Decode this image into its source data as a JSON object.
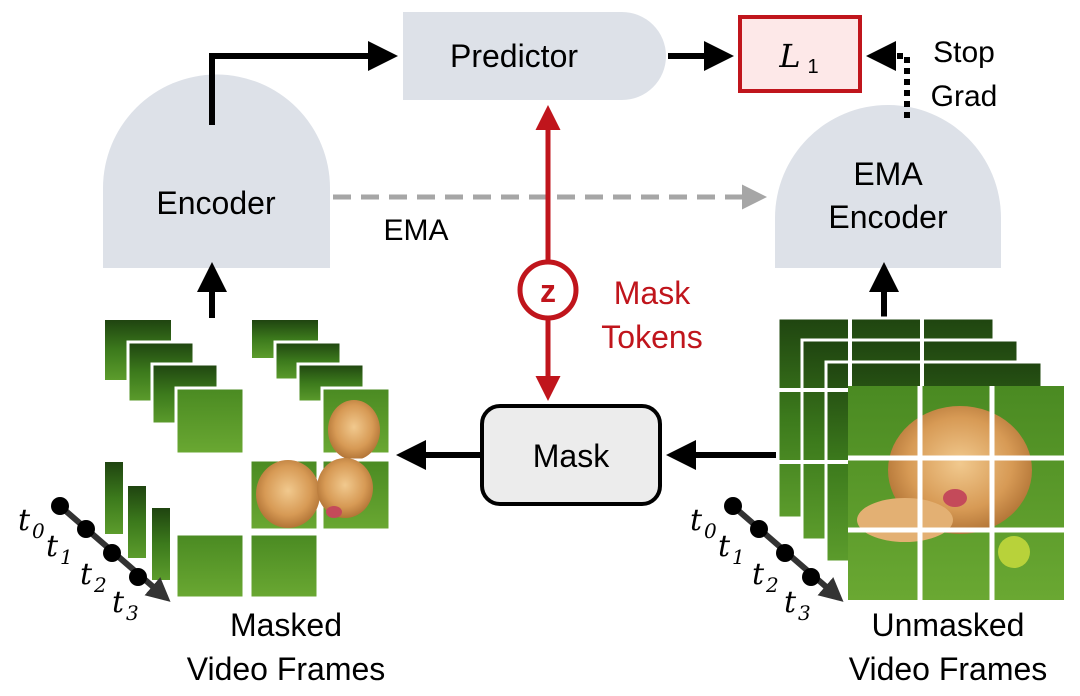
{
  "predictor": {
    "label": "Predictor"
  },
  "loss": {
    "symbol": "L",
    "subscript": "1"
  },
  "stop_grad": {
    "line1": "Stop",
    "line2": "Grad"
  },
  "encoder": {
    "label": "Encoder"
  },
  "ema_encoder": {
    "line1": "EMA",
    "line2": "Encoder"
  },
  "ema_arrow": {
    "label": "EMA"
  },
  "mask_token": {
    "symbol": "z",
    "line1": "Mask",
    "line2": "Tokens"
  },
  "mask": {
    "label": "Mask"
  },
  "masked_frames": {
    "line1": "Masked",
    "line2": "Video Frames"
  },
  "unmasked_frames": {
    "line1": "Unmasked",
    "line2": "Video Frames"
  },
  "time_labels": [
    "0",
    "1",
    "2",
    "3"
  ],
  "time_symbol": "t",
  "colors": {
    "block_fill": "#dde1e8",
    "loss_border": "#c0151c",
    "loss_fill": "#fde8e8",
    "mask_token": "#c0151c",
    "ema_arrow": "#a6a6a6",
    "mask_fill": "#ececec",
    "grass_dark": "#2d5a16",
    "grass_light": "#5a9c2a",
    "dog": "#d8a062"
  }
}
